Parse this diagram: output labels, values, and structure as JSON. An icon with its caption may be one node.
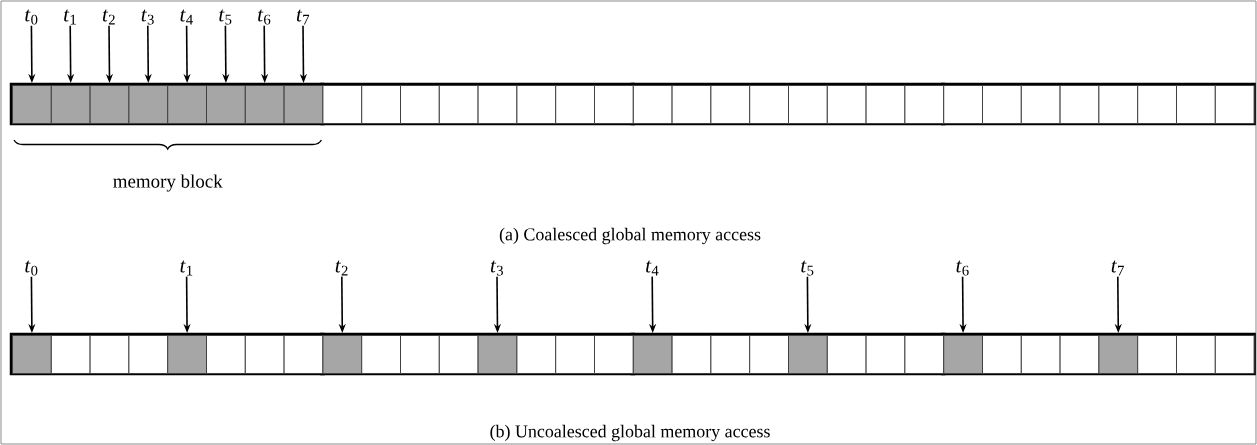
{
  "diagram": {
    "nodes": [
      {
        "text": [
          "*t*$_{0}$"
        ]
      },
      {
        "text": [
          "*t*$_{1}$"
        ]
      },
      {
        "text": [
          "*t*$_{2}$"
        ]
      },
      {
        "text": [
          "*t*$_{3}$"
        ]
      },
      {
        "text": [
          "*t*$_{4}$"
        ]
      },
      {
        "text": [
          "*t*$_{5}$"
        ]
      },
      {
        "text": [
          "*t*$_{6}$"
        ]
      },
      {
        "text": [
          "*t*$_{7}$"
        ]
      },
      {
        "text": [],
        "shape": "box"
      },
      {
        "text": [],
        "shape": "box"
      },
      {
        "text": [],
        "shape": "box"
      },
      {
        "text": [],
        "shape": "box"
      },
      {
        "text": [],
        "shape": "box"
      },
      {
        "text": [],
        "shape": "box"
      },
      {
        "text": [],
        "shape": "box"
      },
      {
        "text": [],
        "shape": "box"
      },
      {
        "text": [],
        "shape": "box"
      },
      {
        "text": [],
        "shape": "box"
      },
      {
        "text": [],
        "shape": "box"
      },
      {
        "text": [],
        "shape": "box"
      },
      {
        "text": [],
        "shape": "box"
      },
      {
        "text": [],
        "shape": "box"
      },
      {
        "text": [],
        "shape": "box"
      },
      {
        "text": [],
        "shape": "box"
      },
      {
        "text": [],
        "shape": "box"
      },
      {
        "text": [],
        "shape": "box"
      },
      {
        "text": [],
        "shape": "box"
      },
      {
        "text": [],
        "shape": "box"
      },
      {
        "text": [],
        "shape": "box"
      },
      {
        "text": [],
        "shape": "box"
      },
      {
        "text": [],
        "shape": "box"
      },
      {
        "text": [],
        "shape": "box"
      },
      {
        "text": [],
        "shape": "box"
      },
      {
        "text": [],
        "shape": "box"
      },
      {
        "text": [],
        "shape": "box"
      },
      {
        "text": [],
        "shape": "box"
      },
      {
        "text": [],
        "shape": "box"
      },
      {
        "text": [],
        "shape": "box"
      },
      {
        "text": [],
        "shape": "box"
      },
      {
        "text": [],
        "shape": "box"
      },
      {
        "text": [
          "*t*$_{0}$"
        ]
      },
      {
        "text": [
          "*t*$_{1}$"
        ]
      },
      {
        "text": [
          "*t*$_{2}$"
        ]
      },
      {
        "text": [
          "*t*$_{3}$"
        ]
      },
      {
        "text": [
          "*t*$_{4}$"
        ]
      },
      {
        "text": [
          "*t*$_{5}$"
        ]
      },
      {
        "text": [
          "*t*$_{6}$"
        ]
      },
      {
        "text": [
          "*t*$_{7}$"
        ]
      },
      {
        "text": [],
        "shape": "box"
      },
      {
        "text": [],
        "shape": "box"
      },
      {
        "text": [],
        "shape": "box"
      },
      {
        "text": [],
        "shape": "box"
      },
      {
        "text": [],
        "shape": "box"
      },
      {
        "text": [],
        "shape": "box"
      },
      {
        "text": [],
        "shape": "box"
      },
      {
        "text": [],
        "shape": "box"
      },
      {
        "text": [],
        "shape": "box"
      },
      {
        "text": [],
        "shape": "box"
      },
      {
        "text": [],
        "shape": "box"
      },
      {
        "text": [],
        "shape": "box"
      },
      {
        "text": [],
        "shape": "box"
      },
      {
        "text": [],
        "shape": "box"
      },
      {
        "text": [],
        "shape": "box"
      },
      {
        "text": [],
        "shape": "box"
      },
      {
        "text": [],
        "shape": "box"
      },
      {
        "text": [],
        "shape": "box"
      },
      {
        "text": [],
        "shape": "box"
      },
      {
        "text": [],
        "shape": "box"
      },
      {
        "text": [],
        "shape": "box"
      },
      {
        "text": [],
        "shape": "box"
      },
      {
        "text": [],
        "shape": "box"
      },
      {
        "text": [],
        "shape": "box"
      },
      {
        "text": [],
        "shape": "box"
      },
      {
        "text": [],
        "shape": "box"
      },
      {
        "text": [],
        "shape": "box"
      },
      {
        "text": [],
        "shape": "box"
      },
      {
        "text": [],
        "shape": "box"
      },
      {
        "text": [],
        "shape": "box"
      },
      {
        "text": [],
        "shape": "box"
      },
      {
        "text": [],
        "shape": "box"
      }
    ],
    "edges": [
      {
        "from": 0,
        "to": 8,
        "arrow": "to"
      },
      {
        "from": 1,
        "to": 9,
        "arrow": "to"
      },
      {
        "from": 2,
        "to": 10,
        "arrow": "to"
      },
      {
        "from": 3,
        "to": 11,
        "arrow": "to"
      },
      {
        "from": 4,
        "to": 12,
        "arrow": "to"
      },
      {
        "from": 5,
        "to": 13,
        "arrow": "to"
      },
      {
        "from": 6,
        "to": 14,
        "arrow": "to"
      },
      {
        "from": 7,
        "to": 15,
        "arrow": "to"
      },
      {
        "from": 40,
        "to": 48,
        "arrow": "to"
      },
      {
        "from": 41,
        "to": 52,
        "arrow": "to"
      },
      {
        "from": 42,
        "to": 56,
        "arrow": "to"
      },
      {
        "from": 43,
        "to": 60,
        "arrow": "to"
      },
      {
        "from": 44,
        "to": 64,
        "arrow": "to"
      },
      {
        "from": 45,
        "to": 68,
        "arrow": "to"
      },
      {
        "from": 46,
        "to": 72,
        "arrow": "to"
      },
      {
        "from": 47,
        "to": 76,
        "arrow": "to"
      }
    ],
    "labels": [
      "memory block",
      "(a) Coalesced global memory access",
      "(b) Uncoalesced global memory access"
    ]
  }
}
